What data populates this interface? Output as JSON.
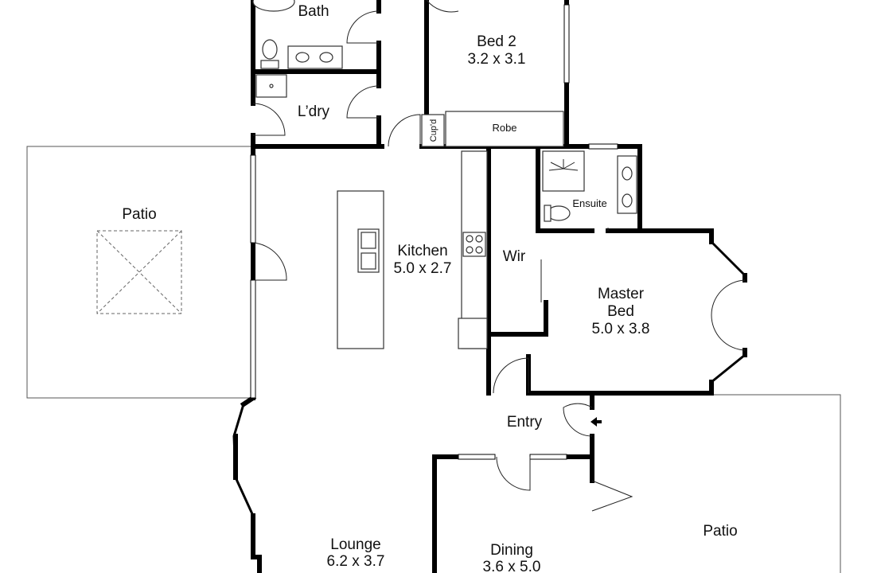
{
  "rooms": {
    "bath": {
      "name": "Bath"
    },
    "bed2": {
      "name": "Bed 2",
      "size": "3.2 x 3.1"
    },
    "laundry": {
      "name": "L’dry"
    },
    "robe": {
      "name": "Robe"
    },
    "cupboard": {
      "name": "Cup'd"
    },
    "patio_left": {
      "name": "Patio"
    },
    "kitchen": {
      "name": "Kitchen",
      "size": "5.0 x 2.7"
    },
    "wir": {
      "name": "Wir"
    },
    "ensuite": {
      "name": "Ensuite"
    },
    "master": {
      "name_line1": "Master",
      "name_line2": "Bed",
      "size": "5.0 x 3.8"
    },
    "entry": {
      "name": "Entry"
    },
    "lounge": {
      "name": "Lounge",
      "size": "6.2 x 3.7"
    },
    "dining": {
      "name": "Dining",
      "size": "3.6 x 5.0"
    },
    "patio_right": {
      "name": "Patio"
    }
  },
  "icons": {
    "entry_arrow": "arrow-left-icon"
  }
}
